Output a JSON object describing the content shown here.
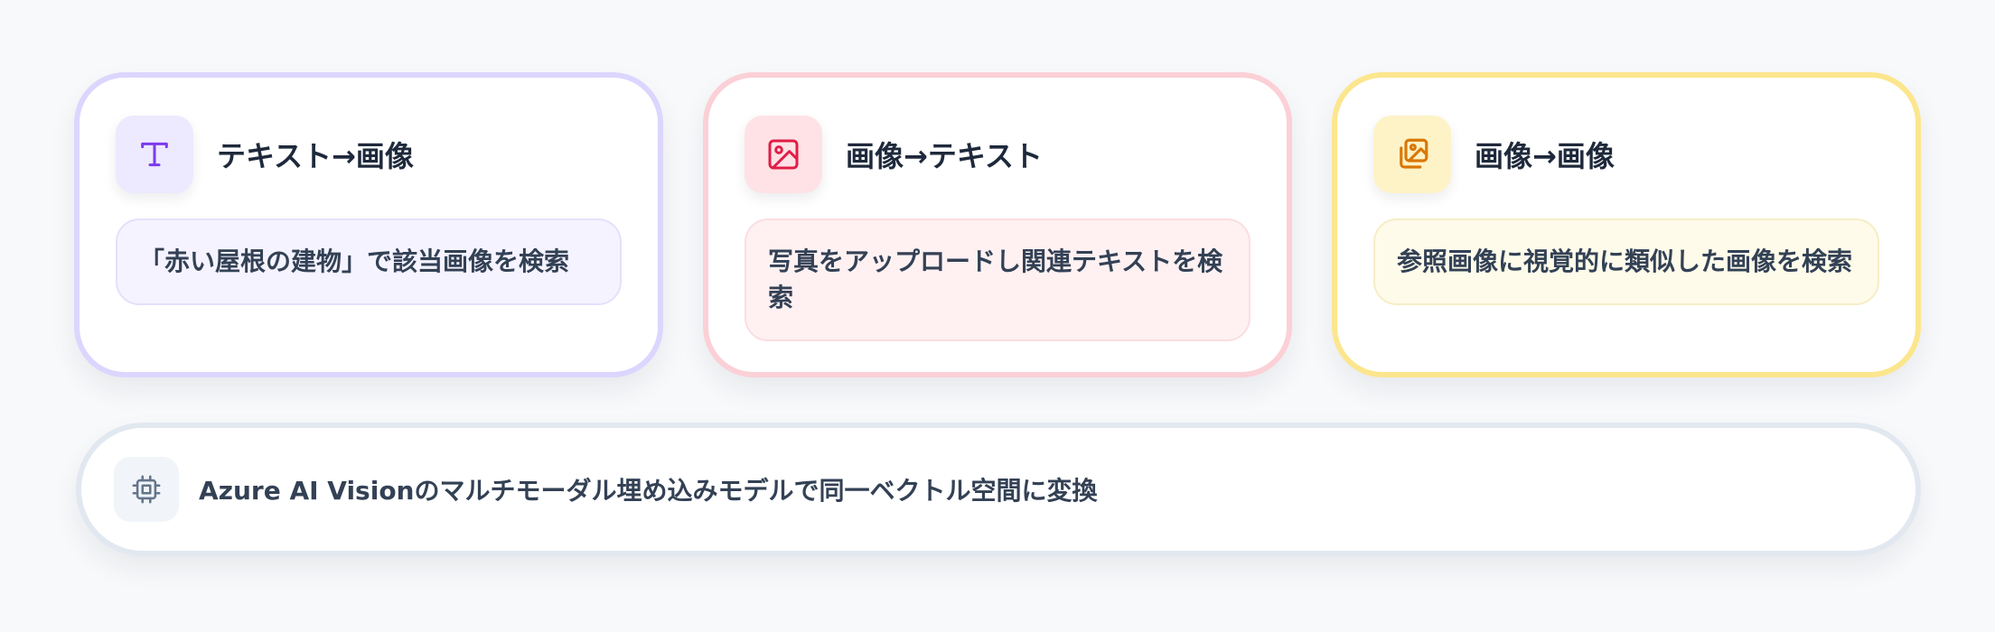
{
  "cards": [
    {
      "title": "テキスト→画像",
      "description": "「赤い屋根の建物」で該当画像を検索",
      "icon": "text-type-icon",
      "accent": "#7c3aed"
    },
    {
      "title": "画像→テキスト",
      "description": "写真をアップロードし関連テキストを検索",
      "icon": "image-icon",
      "accent": "#e11d48"
    },
    {
      "title": "画像→画像",
      "description": "参照画像に視覚的に類似した画像を検索",
      "icon": "images-icon",
      "accent": "#d97706"
    }
  ],
  "footer": {
    "text": "Azure AI Visionのマルチモーダル埋め込みモデルで同一ベクトル空間に変換",
    "icon": "cpu-chip-icon",
    "accent": "#64748b"
  }
}
